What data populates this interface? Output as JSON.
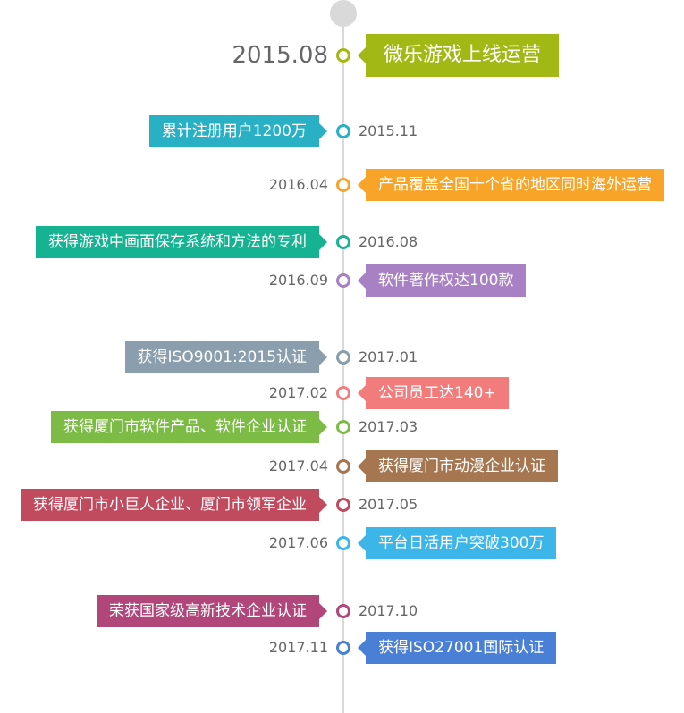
{
  "events": [
    {
      "date": "2015.08",
      "label": "微乐游戏上线运营",
      "side": "right",
      "color": "#a2b814",
      "big": true
    },
    {
      "date": "2015.11",
      "label": "累计注册用户1200万",
      "side": "left",
      "color": "#2ab0c5"
    },
    {
      "date": "2016.04",
      "label": "产品覆盖全国十个省的地区同时海外运营",
      "side": "right",
      "color": "#f7a428"
    },
    {
      "date": "2016.08",
      "label": "获得游戏中画面保存系统和方法的专利",
      "side": "left",
      "color": "#16b392"
    },
    {
      "date": "2016.09",
      "label": "软件著作权达100款",
      "side": "right",
      "color": "#a880c4"
    },
    {
      "date": "2017.01",
      "label": "获得ISO9001:2015认证",
      "side": "left",
      "color": "#8a9ead"
    },
    {
      "date": "2017.02",
      "label": "公司员工达140+",
      "side": "right",
      "color": "#f27c7c"
    },
    {
      "date": "2017.03",
      "label": "获得厦门市软件产品、软件企业认证",
      "side": "left",
      "color": "#7cbc46"
    },
    {
      "date": "2017.04",
      "label": "获得厦门市动漫企业认证",
      "side": "right",
      "color": "#a67650"
    },
    {
      "date": "2017.05",
      "label": "获得厦门市小巨人企业、厦门市领军企业",
      "side": "left",
      "color": "#c04b5e"
    },
    {
      "date": "2017.06",
      "label": "平台日活用户突破300万",
      "side": "right",
      "color": "#3cb5e8"
    },
    {
      "date": "2017.10",
      "label": "荣获国家级高新技术企业认证",
      "side": "left",
      "color": "#b0467a"
    },
    {
      "date": "2017.11",
      "label": "获得ISO27001国际认证",
      "side": "right",
      "color": "#4a7fd6"
    }
  ]
}
